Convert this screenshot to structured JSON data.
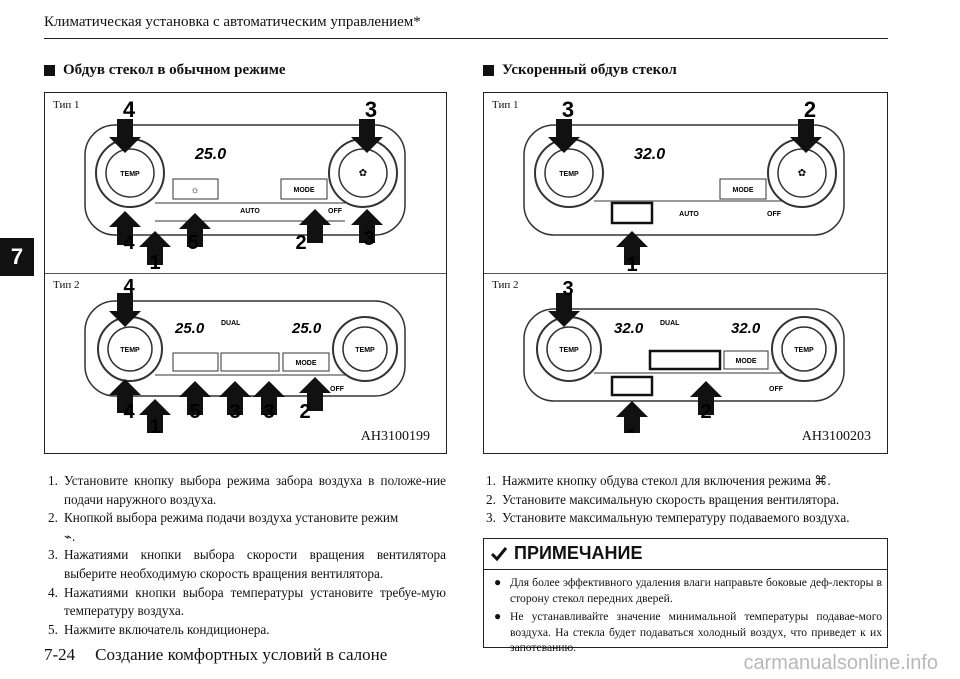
{
  "header": {
    "title": "Климатическая установка с автоматическим управлением*"
  },
  "chapter_tab": "7",
  "left": {
    "section_title": "Обдув стекол в обычном режиме",
    "type1": "Тип 1",
    "type2": "Тип 2",
    "figure_code": "AH3100199",
    "panel1": {
      "display_left": "25.0",
      "callouts": [
        "4",
        "3",
        "4",
        "5",
        "1",
        "2",
        "3"
      ],
      "btn_mode": "MODE",
      "btn_auto": "AUTO",
      "btn_off": "OFF",
      "knob_label": "TEMP"
    },
    "panel2": {
      "display_left": "25.0",
      "display_right": "25.0",
      "dual": "DUAL",
      "callouts": [
        "4",
        "4",
        "5",
        "3",
        "3",
        "2",
        "1"
      ],
      "btn_mode": "MODE",
      "btn_off": "OFF",
      "knob_label": "TEMP"
    },
    "steps": [
      {
        "num": "1.",
        "text": "Установите кнопку выбора режима забора воздуха в положе-ние подачи наружного воздуха."
      },
      {
        "num": "2.",
        "text": "Кнопкой выбора режима подачи воздуха установите режим"
      },
      {
        "num": "3.",
        "text": "Нажатиями кнопки выбора скорости вращения вентилятора выберите необходимую скорость вращения вентилятора."
      },
      {
        "num": "4.",
        "text": "Нажатиями кнопки выбора температуры установите требуе-мую температуру воздуха."
      },
      {
        "num": "5.",
        "text": "Нажмите включатель кондиционера."
      }
    ]
  },
  "right": {
    "section_title": "Ускоренный обдув стекол",
    "type1": "Тип 1",
    "type2": "Тип 2",
    "figure_code": "AH3100203",
    "panel1": {
      "display_left": "32.0",
      "callouts": [
        "3",
        "2",
        "1"
      ],
      "btn_mode": "MODE",
      "btn_auto": "AUTO",
      "btn_off": "OFF",
      "knob_label": "TEMP"
    },
    "panel2": {
      "display_left": "32.0",
      "display_right": "32.0",
      "dual": "DUAL",
      "callouts": [
        "3",
        "1",
        "2"
      ],
      "btn_mode": "MODE",
      "btn_off": "OFF",
      "knob_label": "TEMP"
    },
    "steps": [
      {
        "num": "1.",
        "text": "Нажмите кнопку обдува стекол для включения режима"
      },
      {
        "num": "2.",
        "text": "Установите максимальную скорость вращения вентилятора."
      },
      {
        "num": "3.",
        "text": "Установите максимальную температуру подаваемого воздуха."
      }
    ],
    "note": {
      "title": "ПРИМЕЧАНИЕ",
      "items": [
        "Для более эффективного удаления влаги направьте боковые деф-лекторы в сторону стекол передних дверей.",
        "Не устанавливайте значение минимальной температуры подавае-мого воздуха. На стекла будет подаваться холодный воздух, что приведет к их запотеванию."
      ]
    }
  },
  "footer": {
    "page": "7-24",
    "title": "Создание комфортных условий в салоне"
  },
  "watermark": "carmanualsonline.info"
}
